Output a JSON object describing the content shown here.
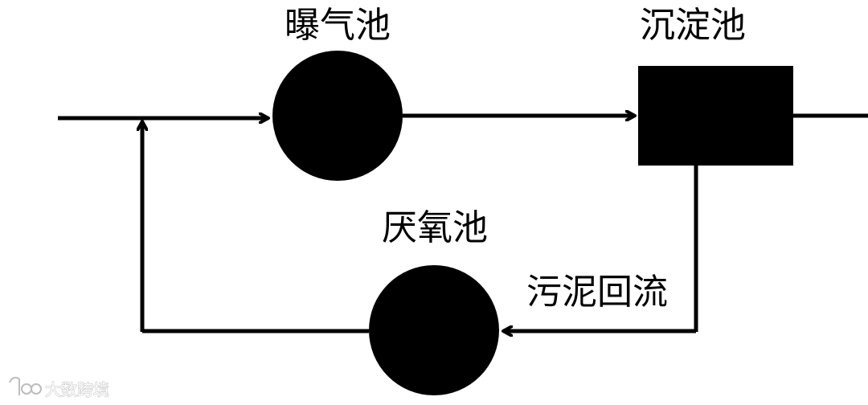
{
  "diagram": {
    "nodes": {
      "aeration_tank": {
        "label": "曝气池",
        "shape": "circle"
      },
      "sedimentation_tank": {
        "label": "沉淀池",
        "shape": "rectangle"
      },
      "anaerobic_tank": {
        "label": "厌氧池",
        "shape": "circle"
      }
    },
    "edges": {
      "return_sludge_label": "污泥回流"
    },
    "colors": {
      "line": "#000000",
      "fill": "#000000",
      "background": "#ffffff"
    }
  },
  "watermark": {
    "text": "大数跨境"
  }
}
